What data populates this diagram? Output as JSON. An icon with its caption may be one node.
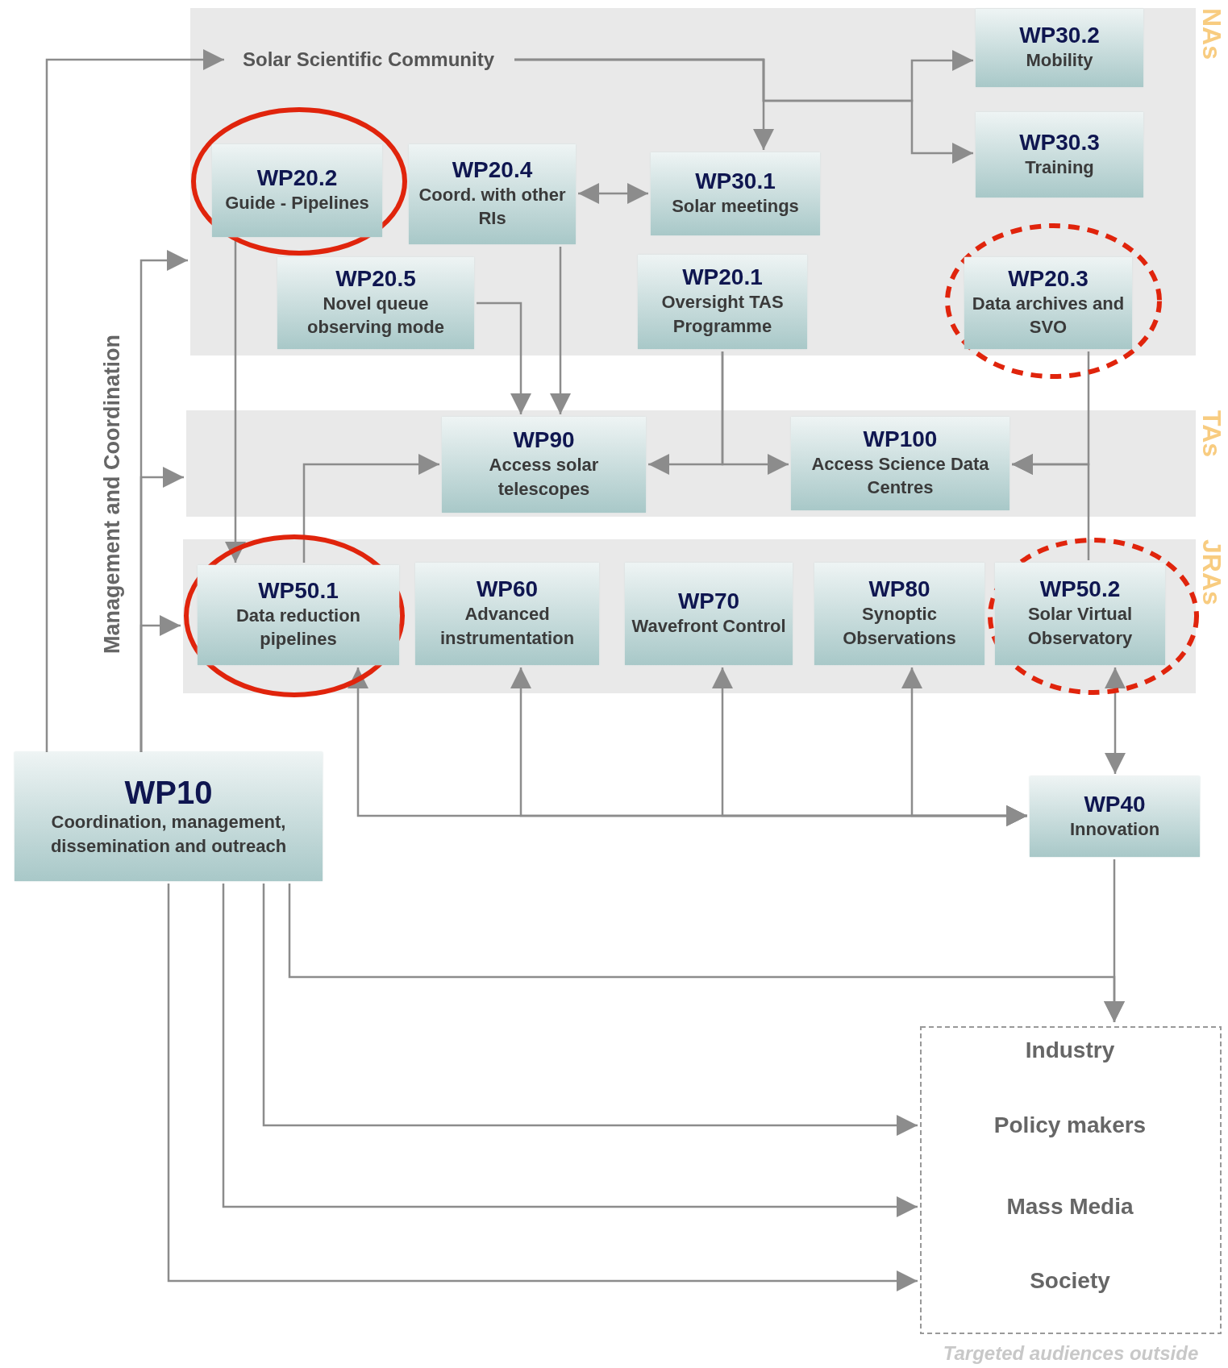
{
  "diagram": {
    "nodes": [
      {
        "text": [
          "NAs"
        ]
      },
      {
        "text": [
          "Solar Scientific Community"
        ],
        "in": 0
      },
      {
        "text": [
          "WP30.2",
          "Mobility"
        ],
        "in": 0
      },
      {
        "text": [],
        "shape": "circle",
        "in": 0
      },
      {
        "text": [
          "WP20.2",
          "Guide - Pipelines"
        ],
        "in": 3
      },
      {
        "text": [
          "WP20.4",
          "Coord. with other RIs"
        ],
        "in": 0
      },
      {
        "text": [
          "WP30.1",
          "Solar meetings"
        ],
        "in": 0
      },
      {
        "text": [
          "WP30.3",
          "Training"
        ],
        "in": 0
      },
      {
        "text": [
          "WP20.5",
          "Novel queue observing mode"
        ],
        "in": 0
      },
      {
        "text": [
          "WP20.1",
          "Oversight TAS Programme"
        ],
        "in": 0
      },
      {
        "text": [],
        "shape": "circle",
        "in": 0
      },
      {
        "text": [
          "WP20.3",
          "Data archives and SVO"
        ],
        "in": 10
      },
      {
        "text": [
          "TAs"
        ]
      },
      {
        "text": [
          "WP90",
          "Access solar telescopes"
        ],
        "in": 12
      },
      {
        "text": [
          "WP100",
          "Access Science Data Centres"
        ],
        "in": 12
      },
      {
        "text": [
          "JRAs"
        ]
      },
      {
        "text": [],
        "shape": "circle",
        "in": 15
      },
      {
        "text": [
          "WP50.1",
          "Data reduction pipelines"
        ],
        "in": 16
      },
      {
        "text": [
          "WP60",
          "Advanced instrumentation"
        ],
        "in": 15
      },
      {
        "text": [
          "WP70",
          "Wavefront Control"
        ],
        "in": 15
      },
      {
        "text": [
          "WP80",
          "Synoptic Observations"
        ],
        "in": 15
      },
      {
        "text": [],
        "shape": "circle",
        "in": 15
      },
      {
        "text": [
          "WP50.2",
          "Solar Virtual Observatory"
        ],
        "in": 21
      },
      {
        "text": [
          "WP10",
          "Coordination, management, dissemination and outreach"
        ]
      },
      {
        "text": [
          "WP40",
          "Innovation"
        ]
      },
      {
        "text": [
          "Targeted audiences outside"
        ]
      },
      {
        "text": [
          "Industry"
        ],
        "in": 25
      },
      {
        "text": [
          "Policy makers"
        ],
        "in": 25
      },
      {
        "text": [
          "Mass Media"
        ],
        "in": 25
      },
      {
        "text": [
          "Society"
        ],
        "in": 25
      }
    ],
    "edges": [
      {
        "from": 23,
        "to": 1,
        "arrow": "to"
      },
      {
        "from": 23,
        "to": 0,
        "arrow": "to"
      },
      {
        "from": 23,
        "to": 12,
        "arrow": "to"
      },
      {
        "from": 23,
        "to": 15,
        "arrow": "to"
      },
      {
        "from": 1,
        "to": 6,
        "arrow": "to"
      },
      {
        "from": 1,
        "to": 2,
        "arrow": "to"
      },
      {
        "from": 1,
        "to": 7,
        "arrow": "to"
      },
      {
        "from": 5,
        "to": 6,
        "arrow": "both"
      },
      {
        "from": 4,
        "to": 17,
        "arrow": "to"
      },
      {
        "from": 8,
        "to": 13,
        "arrow": "to"
      },
      {
        "from": 5,
        "to": 13,
        "arrow": "to"
      },
      {
        "from": 9,
        "to": 13,
        "arrow": "to"
      },
      {
        "from": 9,
        "to": 14,
        "arrow": "to"
      },
      {
        "from": 11,
        "to": 14,
        "arrow": "to"
      },
      {
        "from": 22,
        "to": 14,
        "arrow": "to"
      },
      {
        "from": 17,
        "to": 13,
        "arrow": "to"
      },
      {
        "from": 24,
        "to": 17,
        "arrow": "both"
      },
      {
        "from": 24,
        "to": 18,
        "arrow": "both"
      },
      {
        "from": 24,
        "to": 19,
        "arrow": "both"
      },
      {
        "from": 24,
        "to": 20,
        "arrow": "both"
      },
      {
        "from": 24,
        "to": 22,
        "arrow": "both"
      },
      {
        "from": 24,
        "to": 25,
        "arrow": "to"
      },
      {
        "from": 23,
        "to": 25,
        "arrow": "to"
      },
      {
        "from": 23,
        "to": 27,
        "arrow": "to"
      },
      {
        "from": 23,
        "to": 28,
        "arrow": "to"
      },
      {
        "from": 23,
        "to": 29,
        "arrow": "to"
      }
    ],
    "labels": [
      "Management and Coordination"
    ]
  }
}
